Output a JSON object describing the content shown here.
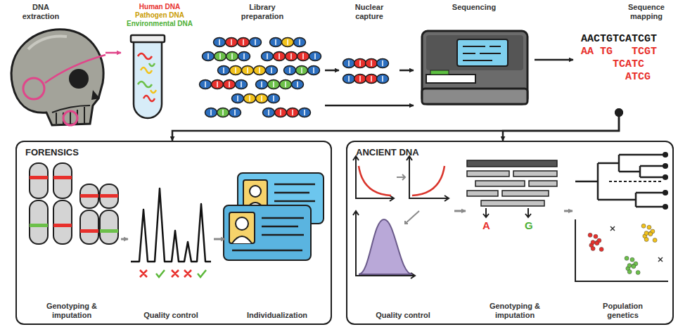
{
  "diagram": {
    "nodes": [
      {
        "text": [
          "DNA extraction"
        ]
      },
      {
        "text": [
          "Human DNA",
          "Pathogen DNA",
          "Environmental DNA"
        ]
      },
      {
        "text": [
          "Library preparation"
        ]
      },
      {
        "text": [
          "Nuclear capture"
        ]
      },
      {
        "text": [
          "Sequencing"
        ]
      },
      {
        "text": [
          "Sequence mapping"
        ]
      },
      {
        "text": [
          "FORENSICS"
        ]
      },
      {
        "text": [
          "Genotyping & imputation"
        ],
        "in": 6
      },
      {
        "text": [
          "Quality control"
        ],
        "in": 6
      },
      {
        "text": [
          "Individualization"
        ],
        "in": 6
      },
      {
        "text": [
          "ANCIENT DNA"
        ]
      },
      {
        "text": [
          "Quality control"
        ],
        "in": 10
      },
      {
        "text": [
          "Genotyping & imputation"
        ],
        "in": 10
      },
      {
        "text": [
          "Population genetics"
        ],
        "in": 10
      }
    ],
    "edges": [
      {
        "from": 0,
        "to": 1,
        "arrow": "to"
      },
      {
        "from": 2,
        "to": 3,
        "arrow": "to"
      },
      {
        "from": 3,
        "to": 4,
        "arrow": "to"
      },
      {
        "from": 2,
        "to": 4,
        "arrow": "to"
      },
      {
        "from": 4,
        "to": 5,
        "arrow": "to"
      },
      {
        "from": 5,
        "to": 6,
        "arrow": "to"
      },
      {
        "from": 5,
        "to": 10,
        "arrow": "to"
      },
      {
        "from": 7,
        "to": 8,
        "arrow": "to"
      },
      {
        "from": 8,
        "to": 9,
        "arrow": "to"
      },
      {
        "from": 11,
        "to": 12,
        "arrow": "to"
      },
      {
        "from": 12,
        "to": 13,
        "arrow": "to"
      }
    ],
    "labels": [
      "AACTGTCATCGT",
      "AA TG",
      "TCGT",
      "TCATC",
      "ATCG",
      "A",
      "G"
    ]
  }
}
